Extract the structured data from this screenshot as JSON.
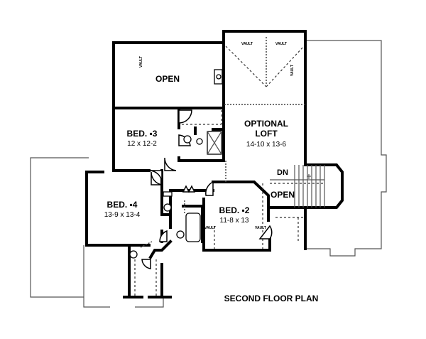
{
  "plan": {
    "title": "SECOND FLOOR PLAN",
    "rooms": [
      {
        "id": "open-upper",
        "name": "OPEN",
        "dims": ""
      },
      {
        "id": "optional-loft",
        "name": "OPTIONAL",
        "name2": "LOFT",
        "dims": "14-10 x 13-6"
      },
      {
        "id": "bed-3",
        "name": "BED. ▪3",
        "dims": "12 x 12-2"
      },
      {
        "id": "bed-4",
        "name": "BED. ▪4",
        "dims": "13-9 x 13-4"
      },
      {
        "id": "bed-2",
        "name": "BED. ▪2",
        "dims": "11-8 x 13"
      },
      {
        "id": "open-stair",
        "name": "OPEN",
        "dims": ""
      }
    ],
    "stair_label": "DN",
    "vault_label": "VAULT"
  }
}
